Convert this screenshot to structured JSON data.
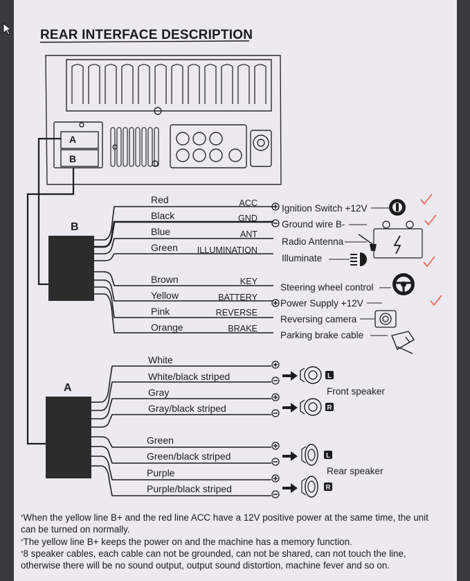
{
  "title": "REAR INTERFACE DESCRIPTION",
  "connector_block_labels": {
    "a": "A",
    "b": "B"
  },
  "harness_b": {
    "label": "B",
    "wires": [
      {
        "color": "Red",
        "function": "ACC",
        "sign": "plus",
        "device": "Ignition Switch +12V",
        "icon": "ignition-key-icon",
        "checked": true
      },
      {
        "color": "Black",
        "function": "GND",
        "sign": "minus",
        "device": "Ground wire B-",
        "icon": "battery-icon",
        "checked": true
      },
      {
        "color": "Blue",
        "function": "ANT",
        "sign": "",
        "device": "Radio Antenna",
        "icon": "antenna-icon",
        "checked": false
      },
      {
        "color": "Green",
        "function": "ILLUMINATION",
        "sign": "",
        "device": "Illuminate",
        "icon": "headlight-icon",
        "checked": true
      },
      {
        "color": "Brown",
        "function": "KEY",
        "sign": "",
        "device": "Steering wheel control",
        "icon": "steering-wheel-icon",
        "checked": false
      },
      {
        "color": "Yellow",
        "function": "BATTERY",
        "sign": "plus",
        "device": "Power Supply +12V",
        "icon": "",
        "checked": true
      },
      {
        "color": "Pink",
        "function": "REVERSE",
        "sign": "",
        "device": "Reversing camera",
        "icon": "camera-icon",
        "checked": false
      },
      {
        "color": "Orange",
        "function": "BRAKE",
        "sign": "",
        "device": "Parking brake cable",
        "icon": "parking-brake-icon",
        "checked": false
      }
    ]
  },
  "harness_a": {
    "label": "A",
    "wires": [
      {
        "color": "White",
        "sign": "plus"
      },
      {
        "color": "White/black striped",
        "sign": "minus"
      },
      {
        "color": "Gray",
        "sign": "plus"
      },
      {
        "color": "Gray/black striped",
        "sign": "minus"
      },
      {
        "color": "Green",
        "sign": "plus"
      },
      {
        "color": "Green/black striped",
        "sign": "minus"
      },
      {
        "color": "Purple",
        "sign": "plus"
      },
      {
        "color": "Purple/black striped",
        "sign": "minus"
      }
    ],
    "speakers": [
      {
        "label": "Front speaker",
        "channels": [
          "L",
          "R"
        ]
      },
      {
        "label": "Rear speaker",
        "channels": [
          "L",
          "R"
        ]
      }
    ]
  },
  "notes": [
    "When the yellow line B+ and the red line ACC have a 12V positive power at the same time, the unit can be turned on normally.",
    "The yellow line B+ keeps the power on and the machine has a memory function.",
    "8 speaker cables, each cable can not be grounded, can not be shared, can not touch the line, otherwise there will be no sound output, output sound distortion, machine fever and so on."
  ],
  "colors": {
    "paper": "#eceaef",
    "ink": "#1c1c1c",
    "check": "#e46a5a",
    "background": "#3a3a3e"
  }
}
